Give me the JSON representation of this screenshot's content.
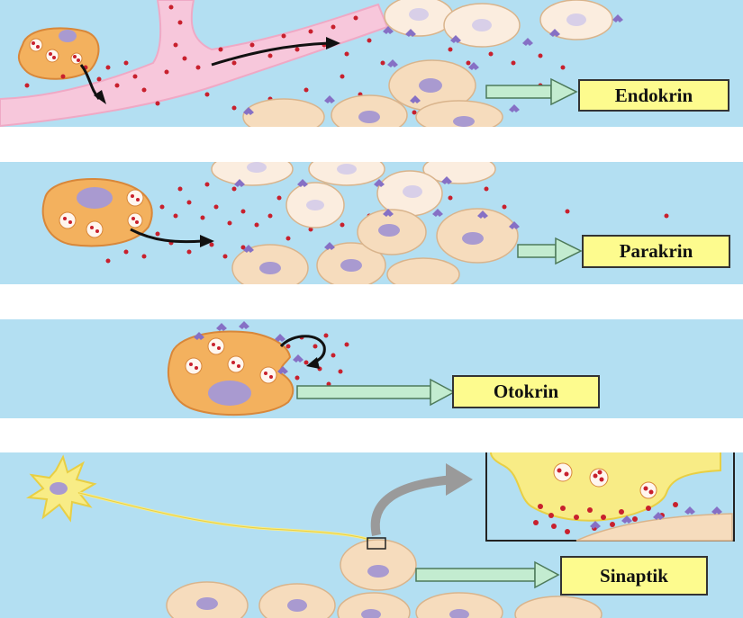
{
  "colors": {
    "background": "#b3dff2",
    "separator": "#ffffff",
    "label_fill": "#fdfb8e",
    "secreting_cell": "#f3b15e",
    "target_cell": "#f6dcbd",
    "nucleus": "#a99ad0",
    "hormone_dot": "#c8202d",
    "receptor": "#8670c5",
    "blood_vessel": "#f7c7db",
    "arrow": "#c3ecd0",
    "neuron": "#f8ec86"
  },
  "panels": [
    {
      "id": "endocrine",
      "label": "Endokrin"
    },
    {
      "id": "paracrine",
      "label": "Parakrin"
    },
    {
      "id": "autocrine",
      "label": "Otokrin"
    },
    {
      "id": "synaptic",
      "label": "Sinaptik"
    }
  ]
}
